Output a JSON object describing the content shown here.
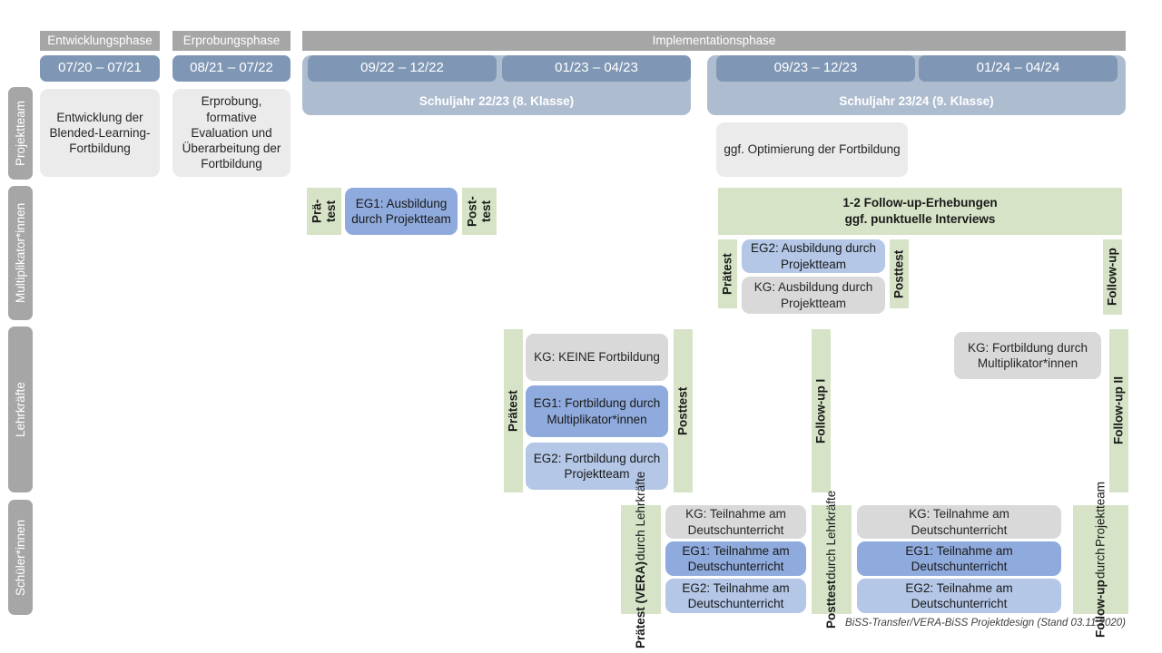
{
  "figure": {
    "footer_note": "BiSS-Transfer/VERA-BiSS Projektdesign (Stand 03.11.2020)"
  },
  "phases": [
    {
      "name": "Entwicklungsphase",
      "period": "07/20 – 07/21"
    },
    {
      "name": "Erprobungsphase",
      "period": "08/21 – 07/22"
    },
    {
      "name": "Implementationsphase",
      "period": ""
    }
  ],
  "implementation_periods": [
    {
      "period": "09/22 – 12/22"
    },
    {
      "period": "01/23 – 04/23"
    },
    {
      "period": "09/23 – 12/23"
    },
    {
      "period": "01/24 – 04/24"
    }
  ],
  "school_years": [
    {
      "label": "Schuljahr 22/23 (8. Klasse)"
    },
    {
      "label": "Schuljahr 23/24 (9. Klasse)"
    }
  ],
  "row_labels": [
    {
      "label": "Projektteam"
    },
    {
      "label": "Multiplikator*innen"
    },
    {
      "label": "Lehrkräfte"
    },
    {
      "label": "Schüler*innen"
    }
  ],
  "projektteam": {
    "entwicklung": "Entwicklung der Blended-Learning-Fortbildung",
    "erprobung": "Erprobung, formative Evaluation und Überarbeitung der Fortbildung",
    "optimierung": "ggf. Optimierung der Fortbildung"
  },
  "multiplikatoren": {
    "praetest_short": "Prä-\ntest",
    "posttest_short": "Post-\ntest",
    "eg1": "EG1: Ausbildung durch Projektteam",
    "followup_band": "1-2 Follow-up-Erhebungen\nggf. punktuelle Interviews",
    "praetest": "Prätest",
    "posttest": "Posttest",
    "followup": "Follow-up",
    "eg2": "EG2:  Ausbildung durch Projektteam",
    "kg": "KG: Ausbildung durch Projektteam"
  },
  "lehrkraefte": {
    "praetest": "Prätest",
    "posttest": "Posttest",
    "followup_1": "Follow-up I",
    "followup_2": "Follow-up II",
    "kg": "KG:  KEINE Fortbildung",
    "eg1": "EG1: Fortbildung durch Multiplikator*innen",
    "eg2": "EG2: Fortbildung durch Projektteam",
    "kg_followup": "KG: Fortbildung durch Multiplikator*innen"
  },
  "schueler": {
    "praetest_main": "Prätest (VERA)",
    "praetest_sub": "durch Lehrkräfte",
    "posttest_main": "Posttest",
    "posttest_sub": "durch Lehrkräfte",
    "followup_main": "Follow-up",
    "followup_sub1": "durch",
    "followup_sub2": "Projektteam",
    "left": [
      {
        "label": "KG: Teilnahme am Deutschunterricht",
        "group": "KG"
      },
      {
        "label": "EG1: Teilnahme am Deutschunterricht",
        "group": "EG1"
      },
      {
        "label": "EG2: Teilnahme am Deutschunterricht",
        "group": "EG2"
      }
    ],
    "right": [
      {
        "label": "KG: Teilnahme am Deutschunterricht",
        "group": "KG"
      },
      {
        "label": "EG1: Teilnahme am Deutschunterricht",
        "group": "EG1"
      },
      {
        "label": "EG2: Teilnahme am Deutschunterricht",
        "group": "EG2"
      }
    ]
  },
  "colors": {
    "header_grey": "#a6a6a6",
    "period_blue": "#7f97b5",
    "schoolyear_blue": "#aebcd0",
    "light_grey_box": "#ebebeb",
    "kg_grey": "#d9d9d9",
    "eg1_blue": "#8faadc",
    "eg2_blue": "#b4c7e7",
    "green": "#d6e3c6"
  }
}
